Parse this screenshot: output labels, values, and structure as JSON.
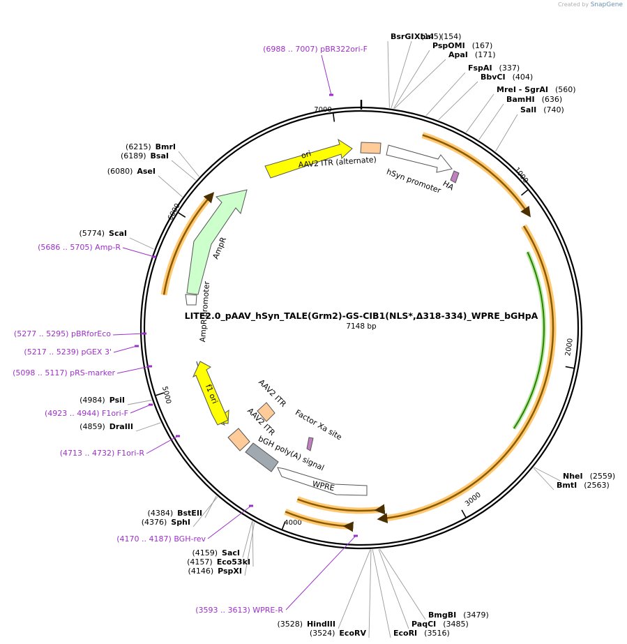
{
  "brand": {
    "prefix": "Created by",
    "name": "SnapGene"
  },
  "plasmid": {
    "name": "LITE2.0_pAAV_hSyn_TALE(Grm2)-GS-CIB1(NLS*,Δ318-334)_WPRE_bGHpA",
    "size": "7148 bp",
    "length": 7148
  },
  "colors": {
    "backbone": "#000000",
    "enzyme": "#000000",
    "primer": "#9b30c8",
    "ori": "#ffff00",
    "ampr": "#ccffcc",
    "itr": "#ffcc99",
    "promoter": "#ffffff",
    "ha": "#c080c0",
    "bgh": "#a0a8b0",
    "cds_fill": "#8a5a00",
    "cds_halo": "#ffc872",
    "green_feature": "#2a8000"
  },
  "ticks": [
    {
      "label": "1000",
      "pos": 1000
    },
    {
      "label": "2000",
      "pos": 2000
    },
    {
      "label": "3000",
      "pos": 3000
    },
    {
      "label": "4000",
      "pos": 4000
    },
    {
      "label": "5000",
      "pos": 5000
    },
    {
      "label": "6000",
      "pos": 6000
    },
    {
      "label": "7000",
      "pos": 7000
    }
  ],
  "enzymes": [
    {
      "pos": "(145)",
      "name": "BsrGI"
    },
    {
      "pos": "(154)",
      "name": "XbaI"
    },
    {
      "pos": "(167)",
      "name": "PspOMI"
    },
    {
      "pos": "(171)",
      "name": "ApaI"
    },
    {
      "pos": "(337)",
      "name": "FspAI"
    },
    {
      "pos": "(404)",
      "name": "BbvCI"
    },
    {
      "pos": "(560)",
      "name": "MreI  - SgrAI"
    },
    {
      "pos": "(636)",
      "name": "BamHI"
    },
    {
      "pos": "(740)",
      "name": "SalI"
    },
    {
      "pos": "(2559)",
      "name": "NheI"
    },
    {
      "pos": "(2563)",
      "name": "BmtI"
    },
    {
      "pos": "(3479)",
      "name": "BmgBI"
    },
    {
      "pos": "(3485)",
      "name": "PaqCI"
    },
    {
      "pos": "(3516)",
      "name": "EcoRI"
    },
    {
      "pos": "(3524)",
      "name": "EcoRV"
    },
    {
      "pos": "(3528)",
      "name": "HindIII"
    },
    {
      "pos": "(4146)",
      "name": "PspXI"
    },
    {
      "pos": "(4157)",
      "name": "Eco53kI"
    },
    {
      "pos": "(4159)",
      "name": "SacI"
    },
    {
      "pos": "(4376)",
      "name": "SphI"
    },
    {
      "pos": "(4384)",
      "name": "BstEII"
    },
    {
      "pos": "(4859)",
      "name": "DraIII"
    },
    {
      "pos": "(4984)",
      "name": "PsiI"
    },
    {
      "pos": "(5774)",
      "name": "ScaI"
    },
    {
      "pos": "(6080)",
      "name": "AseI"
    },
    {
      "pos": "(6189)",
      "name": "BsaI"
    },
    {
      "pos": "(6215)",
      "name": "BmrI"
    }
  ],
  "primers": [
    {
      "label": "(6988 .. 7007)  pBR322ori-F"
    },
    {
      "label": "(5686 .. 5705)  Amp-R"
    },
    {
      "label": "(5277 .. 5295)  pBRforEco"
    },
    {
      "label": "(5217 .. 5239)  pGEX 3'"
    },
    {
      "label": "(5098 .. 5117)  pRS-marker"
    },
    {
      "label": "(4923 .. 4944)  F1ori-F"
    },
    {
      "label": "(4713 .. 4732)  F1ori-R"
    },
    {
      "label": "(4170 .. 4187)  BGH-rev"
    },
    {
      "label": "(3593 .. 3613)  WPRE-R"
    }
  ],
  "features": [
    {
      "name": "ori"
    },
    {
      "name": "AAV2 ITR (alternate)"
    },
    {
      "name": "hSyn promoter"
    },
    {
      "name": "HA"
    },
    {
      "name": "AmpR"
    },
    {
      "name": "AmpR promoter"
    },
    {
      "name": "f1 ori"
    },
    {
      "name": "AAV2 ITR"
    },
    {
      "name": "AAV2 ITR"
    },
    {
      "name": "Factor Xa site"
    },
    {
      "name": "bGH poly(A) signal"
    },
    {
      "name": "WPRE"
    }
  ]
}
